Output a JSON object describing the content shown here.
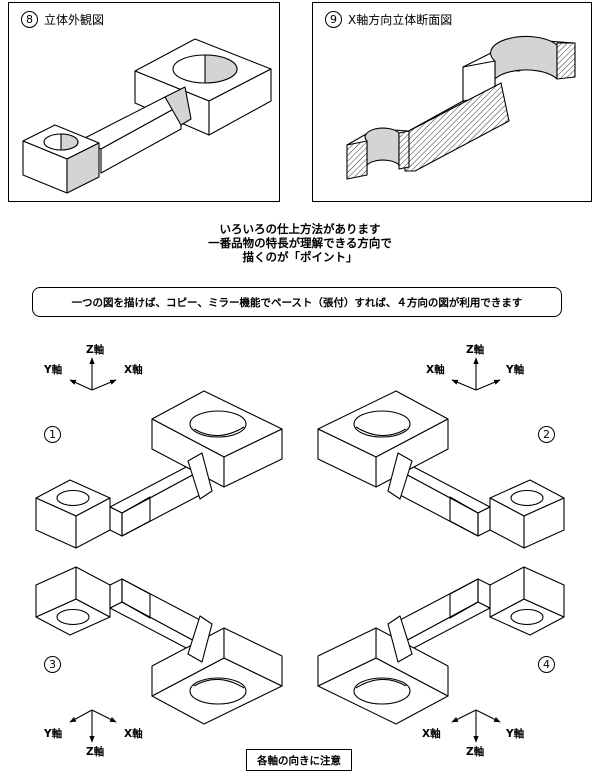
{
  "panels": [
    {
      "number": "8",
      "title": "立体外観図"
    },
    {
      "number": "9",
      "title": "X軸方向立体断面図"
    }
  ],
  "intro_lines": [
    "いろいろの仕上方法があります",
    "一番品物の特長が理解できる方向で",
    "描くのが「ポイント」"
  ],
  "banner": "一つの図を描けば、コピー、ミラー機能でペースト（張付）すれば、４方向の図が利用できます",
  "views": [
    {
      "number": "1"
    },
    {
      "number": "2"
    },
    {
      "number": "3"
    },
    {
      "number": "4"
    }
  ],
  "axes": {
    "x": "X軸",
    "y": "Y軸",
    "z": "Z軸"
  },
  "footnote": "各軸の向きに注意"
}
